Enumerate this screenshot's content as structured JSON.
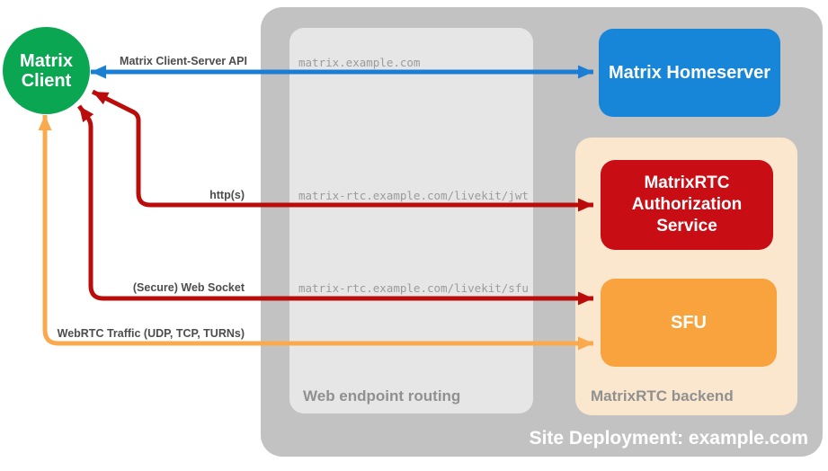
{
  "site": {
    "title": "Site Deployment: example.com"
  },
  "routing": {
    "label": "Web endpoint routing"
  },
  "backend": {
    "label": "MatrixRTC backend"
  },
  "client": {
    "label": "Matrix Client"
  },
  "nodes": {
    "homeserver": {
      "label": "Matrix Homeserver",
      "color": "#1786D9"
    },
    "auth_service": {
      "label": "MatrixRTC Authorization Service",
      "color": "#C90D15"
    },
    "sfu": {
      "label": "SFU",
      "color": "#F8A33D"
    }
  },
  "connections": [
    {
      "protocol": "Matrix Client-Server API",
      "endpoint": "matrix.example.com",
      "from": "Matrix Client",
      "to": "Matrix Homeserver",
      "color": "#1A7FD4",
      "bidirectional": true
    },
    {
      "protocol": "http(s)",
      "endpoint": "matrix-rtc.example.com/livekit/jwt",
      "from": "Matrix Client",
      "to": "MatrixRTC Authorization Service",
      "color": "#BB0C0C",
      "bidirectional": true
    },
    {
      "protocol": "(Secure) Web Socket",
      "endpoint": "matrix-rtc.example.com/livekit/sfu",
      "from": "Matrix Client",
      "to": "SFU",
      "color": "#BB0C0C",
      "bidirectional": true
    },
    {
      "protocol": "WebRTC Traffic (UDP, TCP, TURNs)",
      "endpoint": "",
      "from": "Matrix Client",
      "to": "SFU",
      "color": "#FAA94D",
      "bidirectional": true
    }
  ],
  "colors": {
    "site_container_bg": "#C2C2C2",
    "routing_bg": "#E6E6E6",
    "backend_bg": "#FBE7CE",
    "client_green": "#0AA651",
    "homeserver_blue": "#1786D9",
    "auth_red": "#C90D15",
    "sfu_orange": "#F8A33D",
    "arrow_blue": "#1A7FD4",
    "arrow_red": "#BB0C0C",
    "arrow_orange": "#FAA94D",
    "protocol_label_gray": "#4D4D4D",
    "endpoint_gray": "#9B9B9B",
    "container_label_gray": "#909090"
  }
}
